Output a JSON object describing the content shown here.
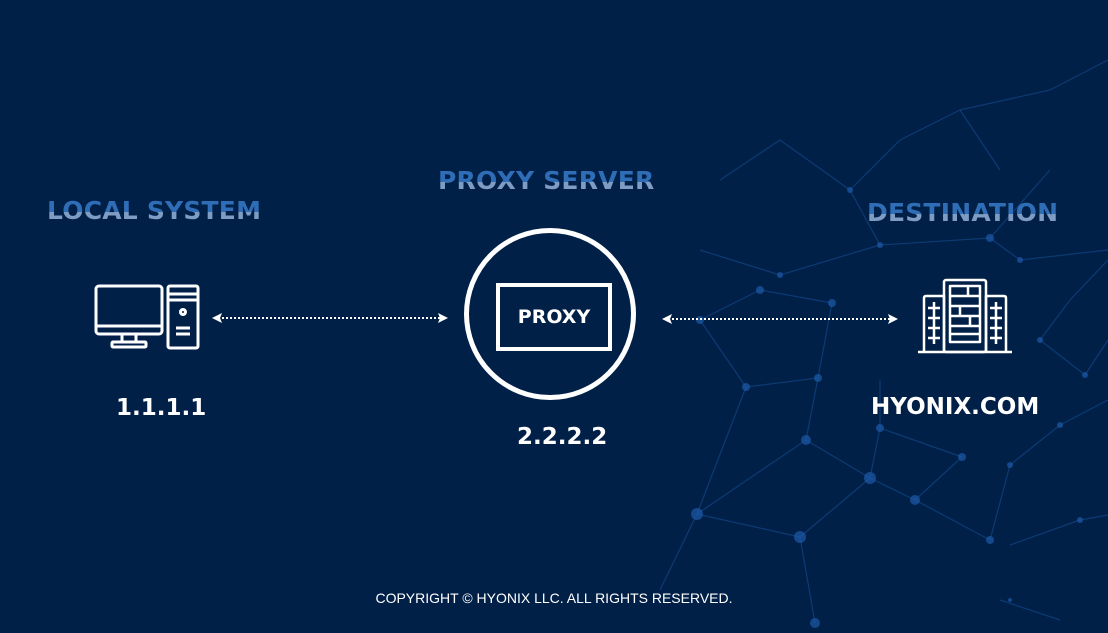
{
  "colors": {
    "background": "#012048",
    "heading_top": "#2f6db6",
    "heading_bottom": "#7f9dc3",
    "foreground": "#ffffff",
    "network": "#1d5aa8"
  },
  "nodes": {
    "local": {
      "title": "LOCAL SYSTEM",
      "icon": "desktop-computer-icon",
      "address": "1.1.1.1"
    },
    "proxy": {
      "title": "PROXY SERVER",
      "icon": "proxy-circle-icon",
      "box_label": "PROXY",
      "address": "2.2.2.2"
    },
    "destination": {
      "title": "DESTINATION",
      "icon": "office-building-icon",
      "address": "HYONIX.COM"
    }
  },
  "connections": [
    {
      "from": "local",
      "to": "proxy",
      "style": "dotted-bidirectional"
    },
    {
      "from": "proxy",
      "to": "destination",
      "style": "dotted-bidirectional"
    }
  ],
  "footer": {
    "copyright": "COPYRIGHT © HYONIX LLC. ALL RIGHTS RESERVED."
  }
}
